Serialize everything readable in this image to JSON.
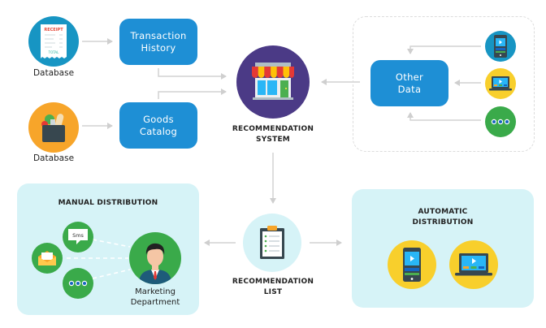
{
  "inputs": {
    "database_1_label": "Database",
    "database_2_label": "Database",
    "receipt_title": "RECEIPT",
    "receipt_total": "TOTAL",
    "transaction_history": "Transaction History",
    "transaction_history_lines": [
      "Transaction",
      "History"
    ],
    "goods_catalog_lines": [
      "Goods",
      "Catalog"
    ]
  },
  "center": {
    "system_lines": [
      "RECOMMENDATION",
      "SYSTEM"
    ],
    "list_lines": [
      "RECOMMENDATION",
      "LIST"
    ]
  },
  "other_data": {
    "box_lines": [
      "Other",
      "Data"
    ],
    "sources": [
      "mobile-video-icon",
      "laptop-video-icon",
      "more-icon"
    ]
  },
  "manual_distribution": {
    "title": "MANUAL DISTRIBUTION",
    "sms_label": "Sms",
    "department_lines": [
      "Marketing",
      "Department"
    ]
  },
  "automatic_distribution": {
    "title_lines": [
      "AUTOMATIC",
      "DISTRIBUTION"
    ]
  },
  "colors": {
    "box_blue": "#1e8fd5",
    "store_purple": "#4b3a86",
    "panel_bg": "#d6f3f7",
    "green": "#3aaa4a",
    "yellow": "#f8cf2c",
    "orange": "#f7a52a",
    "teal": "#1795c3",
    "arrow_gray": "#cfcfcf"
  }
}
